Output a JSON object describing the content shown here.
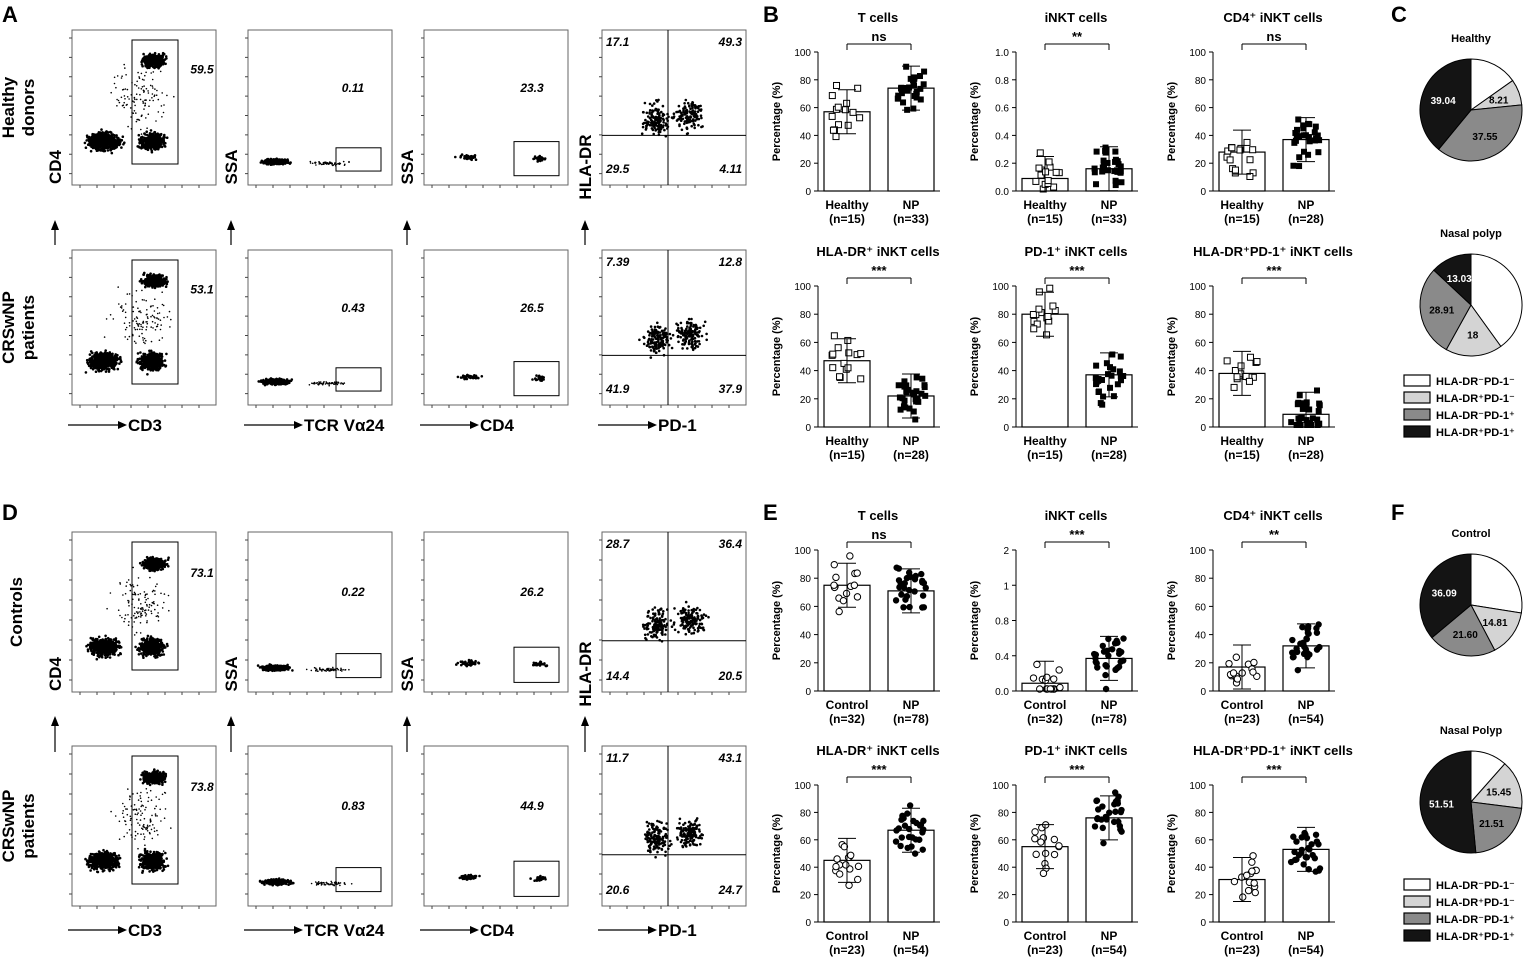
{
  "panels": {
    "A": "A",
    "B": "B",
    "C": "C",
    "D": "D",
    "E": "E",
    "F": "F"
  },
  "flow_top": {
    "row_labels": [
      [
        "Healthy",
        "donors"
      ],
      [
        "CRSwNP",
        "patients"
      ]
    ],
    "y_axes": [
      "CD4",
      "SSA",
      "SSA",
      "HLA-DR"
    ],
    "x_axes": [
      "CD3",
      "TCR Vα24",
      "CD4",
      "PD-1"
    ],
    "rows": [
      {
        "gate1": "59.5",
        "gate2": "0.11",
        "gate3": "23.3",
        "quads": [
          "17.1",
          "49.3",
          "29.5",
          "4.11"
        ]
      },
      {
        "gate1": "53.1",
        "gate2": "0.43",
        "gate3": "26.5",
        "quads": [
          "7.39",
          "12.8",
          "41.9",
          "37.9"
        ]
      }
    ]
  },
  "flow_bottom": {
    "row_labels": [
      [
        "Controls"
      ],
      [
        "CRSwNP",
        "patients"
      ]
    ],
    "y_axes": [
      "CD4",
      "SSA",
      "SSA",
      "HLA-DR"
    ],
    "x_axes": [
      "CD3",
      "TCR Vα24",
      "CD4",
      "PD-1"
    ],
    "rows": [
      {
        "gate1": "73.1",
        "gate2": "0.22",
        "gate3": "26.2",
        "quads": [
          "28.7",
          "36.4",
          "14.4",
          "20.5"
        ]
      },
      {
        "gate1": "73.8",
        "gate2": "0.83",
        "gate3": "44.9",
        "quads": [
          "11.7",
          "43.1",
          "20.6",
          "24.7"
        ]
      }
    ]
  },
  "chart_data": [
    {
      "type": "bar",
      "panel": "B",
      "title": "T cells",
      "ylabel": "Percentage (%)",
      "ylim": [
        0,
        100
      ],
      "yticks": [
        "0",
        "20",
        "40",
        "60",
        "80",
        "100"
      ],
      "categories": [
        "Healthy\n(n=15)",
        "NP\n(n=33)"
      ],
      "values": [
        57,
        74
      ],
      "sig": "ns"
    },
    {
      "type": "bar",
      "panel": "B",
      "title": "iNKT cells",
      "ylabel": "Percentage (%)",
      "ylim": [
        0,
        1.0
      ],
      "yticks": [
        "0.0",
        "0.2",
        "0.4",
        "0.6",
        "0.8",
        "1.0"
      ],
      "categories": [
        "Healthy\n(n=15)",
        "NP\n(n=33)"
      ],
      "values": [
        0.09,
        0.16
      ],
      "sig": "**"
    },
    {
      "type": "bar",
      "panel": "B",
      "title": "CD4⁺ iNKT cells",
      "ylabel": "Percentage (%)",
      "ylim": [
        0,
        100
      ],
      "yticks": [
        "0",
        "20",
        "40",
        "60",
        "80",
        "100"
      ],
      "categories": [
        "Healthy\n(n=15)",
        "NP\n(n=28)"
      ],
      "values": [
        28,
        37
      ],
      "sig": "ns"
    },
    {
      "type": "bar",
      "panel": "B",
      "title": "HLA-DR⁺ iNKT cells",
      "ylabel": "Percentage (%)",
      "ylim": [
        0,
        100
      ],
      "yticks": [
        "0",
        "20",
        "40",
        "60",
        "80",
        "100"
      ],
      "categories": [
        "Healthy\n(n=15)",
        "NP\n(n=28)"
      ],
      "values": [
        47,
        22
      ],
      "sig": "***"
    },
    {
      "type": "bar",
      "panel": "B",
      "title": "PD-1⁺ iNKT cells",
      "ylabel": "Percentage (%)",
      "ylim": [
        0,
        100
      ],
      "yticks": [
        "0",
        "20",
        "40",
        "60",
        "80",
        "100"
      ],
      "categories": [
        "Healthy\n(n=15)",
        "NP\n(n=28)"
      ],
      "values": [
        80,
        37
      ],
      "sig": "***"
    },
    {
      "type": "bar",
      "panel": "B",
      "title": "HLA-DR⁺PD-1⁺ iNKT cells",
      "ylabel": "Percentage (%)",
      "ylim": [
        0,
        100
      ],
      "yticks": [
        "0",
        "20",
        "40",
        "60",
        "80",
        "100"
      ],
      "categories": [
        "Healthy\n(n=15)",
        "NP\n(n=28)"
      ],
      "values": [
        38,
        9
      ],
      "sig": "***"
    },
    {
      "type": "bar",
      "panel": "E",
      "title": "T cells",
      "ylabel": "Percentage (%)",
      "ylim": [
        0,
        100
      ],
      "yticks": [
        "0",
        "20",
        "40",
        "60",
        "80",
        "100"
      ],
      "categories": [
        "Control\n(n=32)",
        "NP\n(n=78)"
      ],
      "values": [
        75,
        71
      ],
      "sig": "ns"
    },
    {
      "type": "bar",
      "panel": "E",
      "title": "iNKT cells",
      "ylabel": "Percentage (%)",
      "ylim": [
        0,
        2
      ],
      "yticks": [
        "0.0",
        "0.4",
        "0.8",
        "1",
        "2"
      ],
      "categories": [
        "Control\n(n=32)",
        "NP\n(n=78)"
      ],
      "values": [
        0.1,
        0.42
      ],
      "sig": "***"
    },
    {
      "type": "bar",
      "panel": "E",
      "title": "CD4⁺ iNKT cells",
      "ylabel": "Percentage (%)",
      "ylim": [
        0,
        100
      ],
      "yticks": [
        "0",
        "20",
        "40",
        "60",
        "80",
        "100"
      ],
      "categories": [
        "Control\n(n=23)",
        "NP\n(n=54)"
      ],
      "values": [
        17,
        32
      ],
      "sig": "**"
    },
    {
      "type": "bar",
      "panel": "E",
      "title": "HLA-DR⁺ iNKT cells",
      "ylabel": "Percentage (%)",
      "ylim": [
        0,
        100
      ],
      "yticks": [
        "0",
        "20",
        "40",
        "60",
        "80",
        "100"
      ],
      "categories": [
        "Control\n(n=23)",
        "NP\n(n=54)"
      ],
      "values": [
        45,
        67
      ],
      "sig": "***"
    },
    {
      "type": "bar",
      "panel": "E",
      "title": "PD-1⁺ iNKT cells",
      "ylabel": "Percentage (%)",
      "ylim": [
        0,
        100
      ],
      "yticks": [
        "0",
        "20",
        "40",
        "60",
        "80",
        "100"
      ],
      "categories": [
        "Control\n(n=23)",
        "NP\n(n=54)"
      ],
      "values": [
        55,
        76
      ],
      "sig": "***"
    },
    {
      "type": "bar",
      "panel": "E",
      "title": "HLA-DR⁺PD-1⁺ iNKT cells",
      "ylabel": "Percentage (%)",
      "ylim": [
        0,
        100
      ],
      "yticks": [
        "0",
        "20",
        "40",
        "60",
        "80",
        "100"
      ],
      "categories": [
        "Control\n(n=23)",
        "NP\n(n=54)"
      ],
      "values": [
        31,
        53
      ],
      "sig": "***"
    },
    {
      "type": "pie",
      "panel": "C",
      "title": "Healthy",
      "labels": [
        "HLA-DR⁻PD-1⁻",
        "HLA-DR⁺PD-1⁻",
        "HLA-DR⁻PD-1⁺",
        "HLA-DR⁺PD-1⁺"
      ],
      "values": [
        15.2,
        8.21,
        37.55,
        39.04
      ],
      "value_labels": [
        "",
        "8.21",
        "37.55",
        "39.04"
      ],
      "colors": [
        "#ffffff",
        "#d4d4d4",
        "#8a8a8a",
        "#141414"
      ]
    },
    {
      "type": "pie",
      "panel": "C",
      "title": "Nasal polyp",
      "labels": [
        "HLA-DR⁻PD-1⁻",
        "HLA-DR⁺PD-1⁻",
        "HLA-DR⁻PD-1⁺",
        "HLA-DR⁺PD-1⁺"
      ],
      "values": [
        40.06,
        18,
        28.91,
        13.03
      ],
      "value_labels": [
        "",
        "18",
        "28.91",
        "13.03"
      ],
      "colors": [
        "#ffffff",
        "#d4d4d4",
        "#8a8a8a",
        "#141414"
      ]
    },
    {
      "type": "pie",
      "panel": "F",
      "title": "Control",
      "labels": [
        "HLA-DR⁻PD-1⁻",
        "HLA-DR⁺PD-1⁻",
        "HLA-DR⁻PD-1⁺",
        "HLA-DR⁺PD-1⁺"
      ],
      "values": [
        27.5,
        14.81,
        21.6,
        36.09
      ],
      "value_labels": [
        "",
        "14.81",
        "21.60",
        "36.09"
      ],
      "colors": [
        "#ffffff",
        "#d4d4d4",
        "#8a8a8a",
        "#141414"
      ]
    },
    {
      "type": "pie",
      "panel": "F",
      "title": "Nasal Polyp",
      "labels": [
        "HLA-DR⁻PD-1⁻",
        "HLA-DR⁺PD-1⁻",
        "HLA-DR⁻PD-1⁺",
        "HLA-DR⁺PD-1⁺"
      ],
      "values": [
        11.53,
        15.45,
        21.51,
        51.51
      ],
      "value_labels": [
        "",
        "15.45",
        "21.51",
        "51.51"
      ],
      "colors": [
        "#ffffff",
        "#d4d4d4",
        "#8a8a8a",
        "#141414"
      ]
    }
  ],
  "legend_C": [
    "HLA-DR⁻PD-1⁻",
    "HLA-DR⁺PD-1⁻",
    "HLA-DR⁻PD-1⁺",
    "HLA-DR⁺PD-1⁺"
  ],
  "legend_F": [
    "HLA-DR⁻PD-1⁻",
    "HLA-DR⁺PD-1⁻",
    "HLA-DR⁻PD-1⁺",
    "HLA-DR⁺PD-1⁺"
  ],
  "legend_colors": [
    "#ffffff",
    "#d4d4d4",
    "#8a8a8a",
    "#141414"
  ]
}
